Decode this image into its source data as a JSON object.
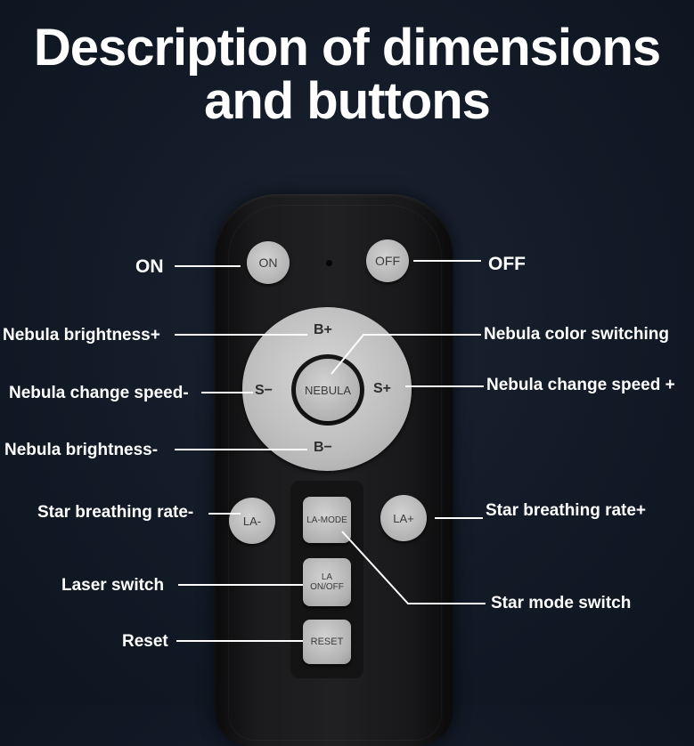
{
  "title": {
    "line1": "Description of dimensions",
    "line2": "and buttons"
  },
  "buttons": {
    "on": "ON",
    "off": "OFF",
    "b_plus": "B+",
    "b_minus": "B−",
    "s_minus": "S−",
    "s_plus": "S+",
    "nebula": "NEBULA",
    "la_minus": "LA-",
    "la_plus": "LA+",
    "la_mode": "LA-MODE",
    "la_onoff_1": "LA",
    "la_onoff_2": "ON/OFF",
    "reset": "RESET"
  },
  "labels": {
    "on": "ON",
    "off": "OFF",
    "nebula_brightness_plus": "Nebula brightness+",
    "nebula_color_switching": "Nebula color switching",
    "nebula_speed_minus": "Nebula change speed-",
    "nebula_speed_plus": "Nebula change speed +",
    "nebula_brightness_minus": "Nebula brightness-",
    "star_breathing_minus": "Star breathing rate-",
    "star_breathing_plus": "Star breathing rate+",
    "laser_switch": "Laser switch",
    "star_mode_switch": "Star mode switch",
    "reset": "Reset"
  },
  "colors": {
    "background": "#121a27",
    "remote_body": "#1b1b1d",
    "button_face": "#bdbdbd",
    "text": "#ffffff"
  }
}
